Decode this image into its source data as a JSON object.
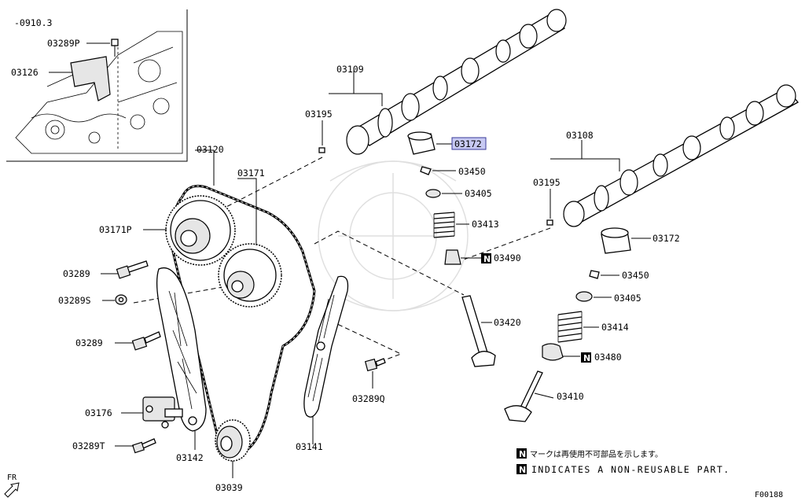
{
  "version_note": "-0910.3",
  "drawing_code": "F00188",
  "fr_label": "FR",
  "highlight_color": "#c7c9f2",
  "part_labels": {
    "p03289P": "03289P",
    "p03126": "03126",
    "p03109": "03109",
    "p03195a": "03195",
    "p03172a": "03172",
    "p03450a": "03450",
    "p03405a": "03405",
    "p03413": "03413",
    "p03490": "03490",
    "p03420": "03420",
    "p03108": "03108",
    "p03195b": "03195",
    "p03172b": "03172",
    "p03450b": "03450",
    "p03405b": "03405",
    "p03414": "03414",
    "p03480": "03480",
    "p03410": "03410",
    "p03120": "03120",
    "p03171": "03171",
    "p03171P": "03171P",
    "p03289a": "03289",
    "p03289S": "03289S",
    "p03289b": "03289",
    "p03176": "03176",
    "p03289T": "03289T",
    "p03142": "03142",
    "p03039": "03039",
    "p03141": "03141",
    "p03289Q": "03289Q"
  },
  "legend": {
    "marker": "N",
    "japanese": "マークは再使用不可部品を示します。",
    "english": "INDICATES A NON-REUSABLE PART."
  }
}
